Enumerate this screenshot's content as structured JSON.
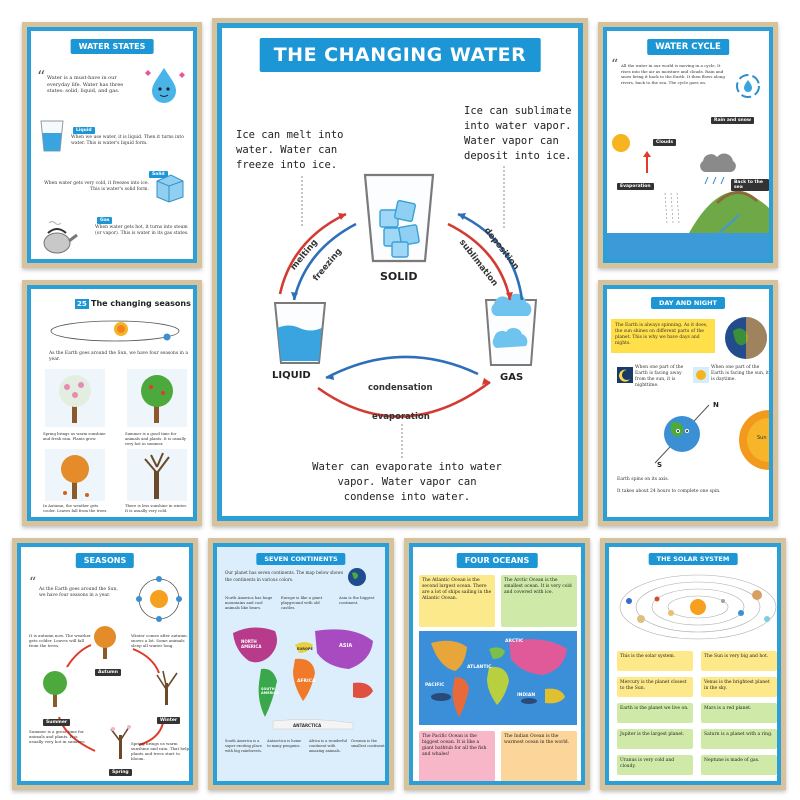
{
  "main": {
    "title": "THE CHANGING WATER",
    "text_top_left": "Ice can melt into water. Water can freeze into ice.",
    "text_top_right": "Ice can sublimate into water vapor. Water vapor can deposit into ice.",
    "text_bottom": "Water can evaporate into water vapor. Water vapor can condense into water.",
    "solid": "SOLID",
    "liquid": "LIQUID",
    "gas": "GAS",
    "melting": "melting",
    "freezing": "freezing",
    "sublimation": "sublimation",
    "deposition": "deposition",
    "condensation": "condensation",
    "evaporation": "evaporation"
  },
  "water_states": {
    "title": "WATER STATES",
    "intro": "Water is a must-have in our everyday life. Water has three states: solid, liquid, and gas.",
    "liquid_label": "Liquid",
    "liquid_text": "When we use water, it is liquid. Then it turns into water. This is water's liquid form.",
    "solid_label": "Solid",
    "solid_text": "When water gets very cold, it freezes into ice. This is water's solid form.",
    "gas_label": "Gas",
    "gas_text": "When water gets hot, it turns into steam (or vapor). This is water in its gas states."
  },
  "water_cycle": {
    "title": "WATER CYCLE",
    "intro": "All the water in our world is moving in a cycle. It rises into the air as moisture and clouds. Rain and snow bring it back to the Earth. It then flows along rivers, back to the sea. The cycle goes on.",
    "rain_snow": "Rain and snow",
    "clouds": "Clouds",
    "evaporation": "Evaporation",
    "back_to_sea": "Back to the sea"
  },
  "changing_seasons": {
    "number": "25",
    "title": "The changing seasons",
    "intro": "As the Earth goes around the Sun, we have four seasons in a year.",
    "spring": "Spring brings us warm sunshine and fresh rain. Plants grow.",
    "summer": "Summer is a good time for animals and plants. It is usually very hot in summer.",
    "autumn": "In Autumn, the weather gets cooler. Leaves fall from the trees.",
    "winter": "There is less sunshine in winter. It is usually very cold."
  },
  "day_night": {
    "title": "DAY AND NIGHT",
    "intro": "The Earth is always spinning. As it does, the sun shines on different parts of the planet. This is why we have days and nights.",
    "night_text": "When one part of the Earth is facing away from the sun, it is nighttime.",
    "day_text": "When one part of the Earth is facing the sun, it is daytime.",
    "n": "N",
    "s": "S",
    "sun": "Sun",
    "spin": "Earth spins on its axis.",
    "hours": "It takes about 24 hours to complete one spin."
  },
  "seasons": {
    "title": "SEASONS",
    "intro": "As the Earth goes around the Sun, we have four seasons in a year.",
    "autumn_text": "It is autumn now. The weather gets colder. Leaves will fall from the trees.",
    "winter_text": "Winter comes after autumn. It snows a lot. Some animals sleep all winter long.",
    "summer_text": "Summer is a great time for animals and plants. It is usually very hot in summer.",
    "spring_text": "Spring brings us warm sunshine and rain. That helps plants and trees start to bloom.",
    "autumn": "Autumn",
    "winter": "Winter",
    "summer": "Summer",
    "spring": "Spring"
  },
  "continents": {
    "title": "SEVEN CONTINENTS",
    "intro": "Our planet has seven continents. The map below shows the continents in various colors.",
    "north_america": "North America has huge mountains and cool animals like bears.",
    "europe": "Europe is like a giant playground with old castles.",
    "asia": "Asia is the biggest continent.",
    "south_america": "South America is a super exciting place with big rainforests.",
    "antarctica": "Antarctica is home to many penguins.",
    "africa": "Africa is a wonderful continent with amazing animals.",
    "oceania": "Oceania is the smallest continent.",
    "map_north": "NORTH AMERICA",
    "map_south": "SOUTH AMERICA",
    "map_africa": "AFRICA",
    "map_asia": "ASIA",
    "map_antarctica": "ANTARCTICA",
    "map_europe": "EUROPE"
  },
  "oceans": {
    "title": "FOUR OCEANS",
    "atlantic": "The Atlantic Ocean is the second largest ocean. There are a lot of ships sailing in the Atlantic Ocean.",
    "arctic": "The Arctic Ocean is the smallest ocean. It is very cold and covered with ice.",
    "pacific": "The Pacific Ocean is the biggest ocean. It is like a giant bathtub for all the fish and whales!",
    "indian": "The Indian Ocean is the warmest ocean in the world.",
    "map_pacific": "PACIFIC",
    "map_atlantic": "ATLANTIC",
    "map_arctic": "ARCTIC",
    "map_indian": "INDIAN"
  },
  "solar": {
    "title": "THE SOLAR SYSTEM",
    "facts_left": [
      "This is the solar system.",
      "Mercury is the planet closest to the Sun.",
      "Earth is the planet we live on.",
      "Jupiter is the largest planet.",
      "Uranus is very cold and cloudy."
    ],
    "facts_right": [
      "The Sun is very big and hot.",
      "Venus is the brightest planet in the sky.",
      "Mars is a red planet.",
      "Saturn is a planet with a ring.",
      "Neptune is made of gas."
    ]
  },
  "colors": {
    "blue": "#1d96d6",
    "frame": "#d6c39d",
    "arrow_red": "#d33b32",
    "arrow_blue": "#2d6fb8"
  }
}
